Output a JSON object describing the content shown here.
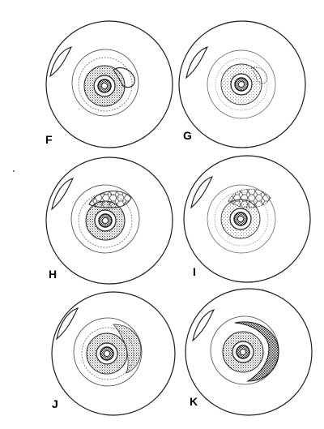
{
  "panels": [
    {
      "id": "panel-f",
      "label": "F",
      "stage": "small-cap"
    },
    {
      "id": "panel-g",
      "label": "G",
      "stage": "small-cap-faint"
    },
    {
      "id": "panel-h",
      "label": "H",
      "stage": "cap-cells"
    },
    {
      "id": "panel-i",
      "label": "I",
      "stage": "cap-cells-faint"
    },
    {
      "id": "panel-j",
      "label": "J",
      "stage": "shaded-crescent"
    },
    {
      "id": "panel-k",
      "label": "K",
      "stage": "dark-crescent"
    }
  ],
  "colors": {
    "line": "#1a1a1a",
    "stipple": "#555555",
    "paper": "#ffffff"
  }
}
